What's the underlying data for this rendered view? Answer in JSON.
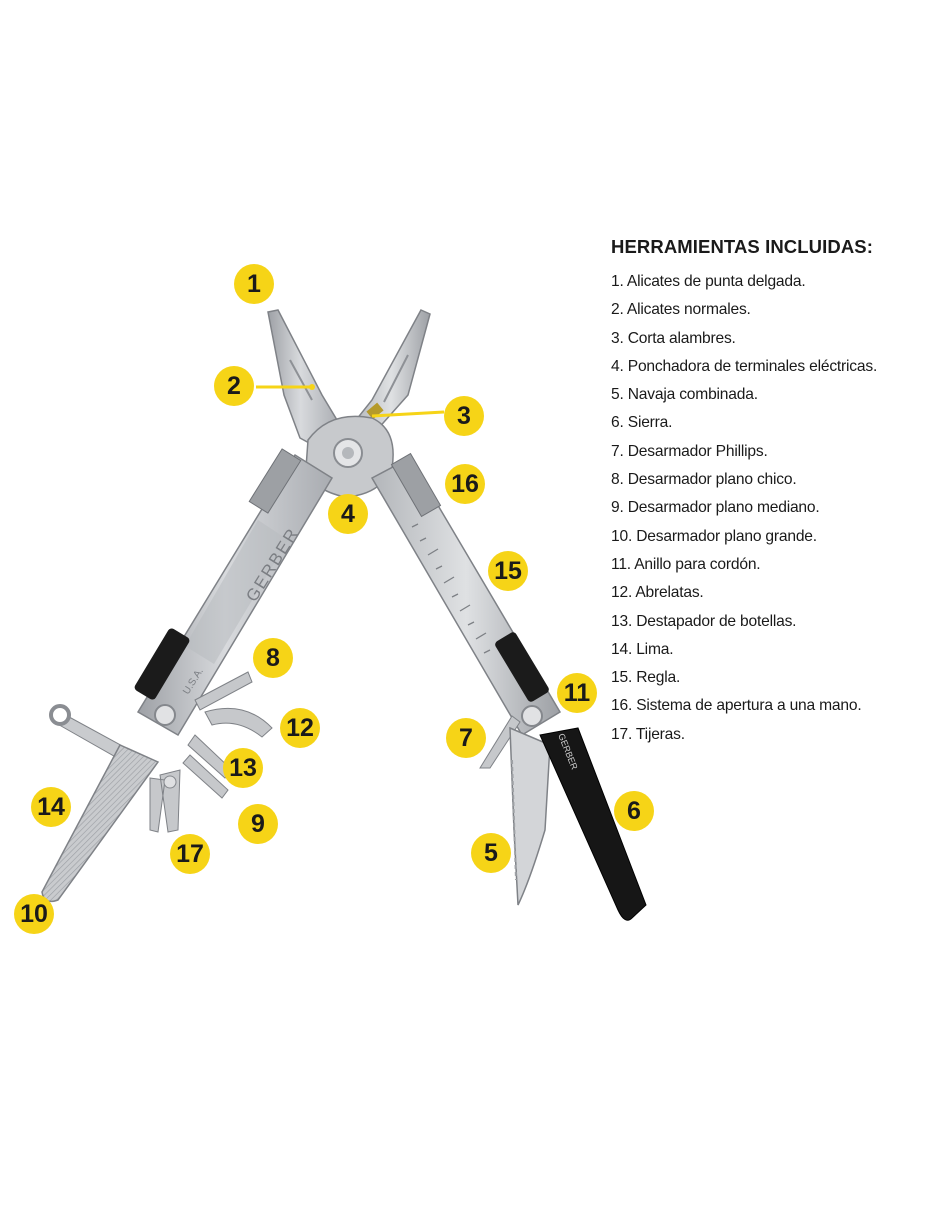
{
  "brand": "GERBER",
  "handle_marking": "U.S.A.",
  "heading": "HERRAMIENTAS INCLUIDAS:",
  "tools": [
    "1. Alicates de punta delgada.",
    "2. Alicates normales.",
    "3. Corta alambres.",
    "4. Ponchadora de terminales eléctricas.",
    "5. Navaja combinada.",
    "6. Sierra.",
    "7. Desarmador Phillips.",
    "8. Desarmador plano chico.",
    "9. Desarmador plano mediano.",
    "10. Desarmador plano grande.",
    "11. Anillo para cordón.",
    "12. Abrelatas.",
    "13. Destapador de botellas.",
    "14. Lima.",
    "15. Regla.",
    "16. Sistema de apertura a una mano.",
    "17. Tijeras."
  ],
  "callouts": [
    "1",
    "2",
    "3",
    "4",
    "5",
    "6",
    "7",
    "8",
    "9",
    "10",
    "11",
    "12",
    "13",
    "14",
    "15",
    "16",
    "17"
  ],
  "colors": {
    "badge": "#f6d417",
    "steel": "#c4c6c9",
    "steel_dark": "#8d9095",
    "grip": "#1b1b1b",
    "text": "#1a1a1a"
  }
}
